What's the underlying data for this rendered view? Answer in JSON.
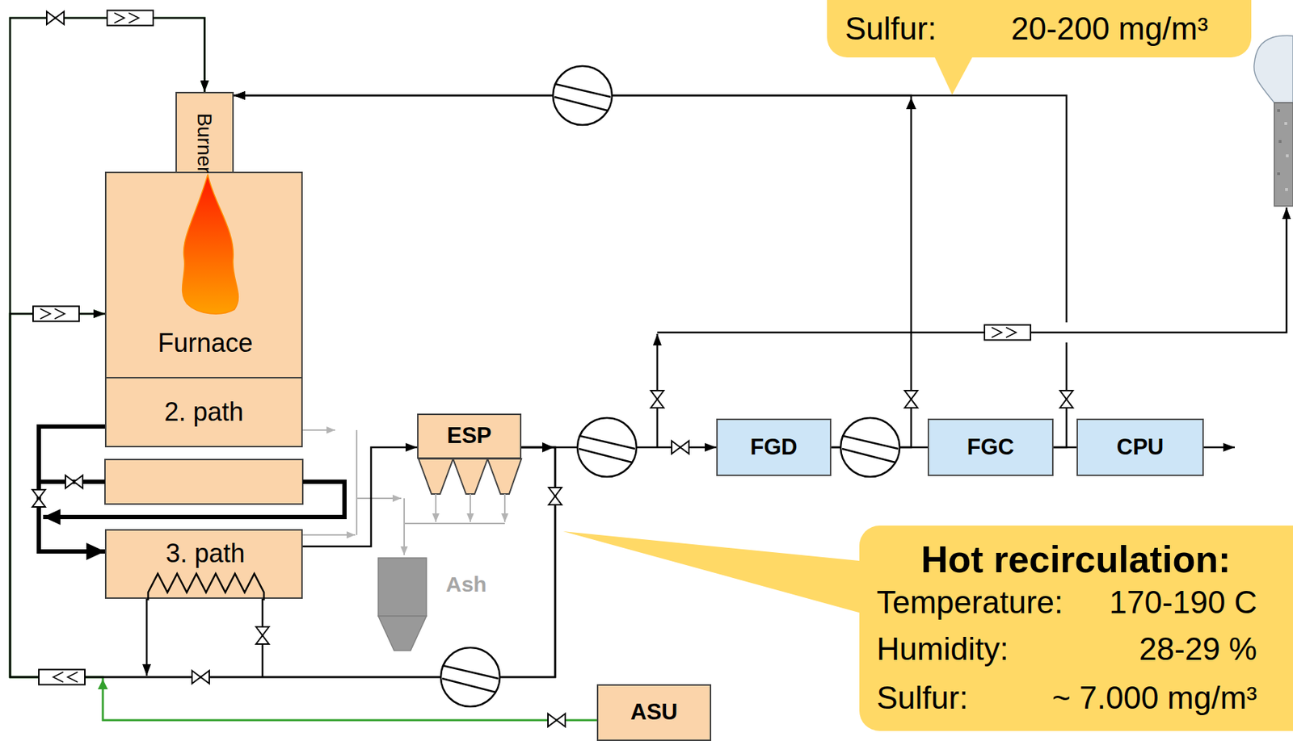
{
  "diagram": {
    "nodes": [
      {
        "text": [
          "Sulfur:",
          "20-200 mg/m³"
        ]
      },
      {
        "text": [
          "Burner"
        ]
      },
      {
        "text": [
          "Furnace"
        ]
      },
      {
        "text": [
          "2. path"
        ]
      },
      {
        "text": [
          "ESP"
        ]
      },
      {
        "text": [
          "FGD"
        ]
      },
      {
        "text": [
          "FGC"
        ]
      },
      {
        "text": [
          "CPU"
        ]
      },
      {
        "text": [
          "3. path"
        ]
      },
      {
        "text": [
          "Hot recirculation:",
          "Temperature:",
          "170-190 C",
          "Humidity:",
          "28-29 %",
          "Sulfur:",
          "~ 7.000 mg/m³"
        ]
      },
      {
        "text": [
          "ASU"
        ]
      }
    ],
    "edges": [
      {
        "from": 10,
        "to": 2,
        "arrow": "to"
      },
      {
        "from": 10,
        "to": 1,
        "arrow": "to"
      },
      {
        "from": 8,
        "to": 4,
        "arrow": "to"
      },
      {
        "from": 4,
        "to": 5,
        "arrow": "to"
      },
      {
        "from": 5,
        "to": 6,
        "arrow": "none"
      },
      {
        "from": 6,
        "to": 7,
        "arrow": "none"
      },
      {
        "from": 4,
        "to": 2,
        "arrow": "to"
      },
      {
        "from": 4,
        "to": 1,
        "arrow": "to"
      },
      {
        "from": 5,
        "to": 1,
        "arrow": "to"
      },
      {
        "from": 6,
        "to": 1,
        "arrow": "to"
      },
      {
        "from": 3,
        "to": 8,
        "arrow": "to"
      }
    ],
    "labels": [
      "Ash"
    ]
  }
}
